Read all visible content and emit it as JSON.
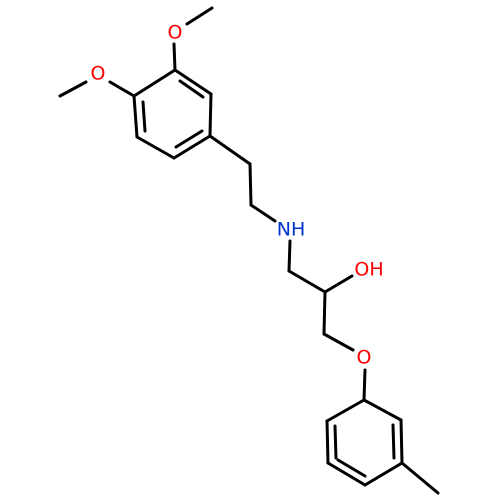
{
  "molecule": {
    "atoms": {
      "o_top": {
        "symbol": "O",
        "color": "#ff0000"
      },
      "o_left": {
        "symbol": "O",
        "color": "#ff0000"
      },
      "nh": {
        "symbol": "NH",
        "color": "#0033cc"
      },
      "oh": {
        "symbol": "OH",
        "color": "#ff0000"
      },
      "o_ether": {
        "symbol": "O",
        "color": "#ff0000"
      }
    },
    "bond_color": "#000000"
  }
}
